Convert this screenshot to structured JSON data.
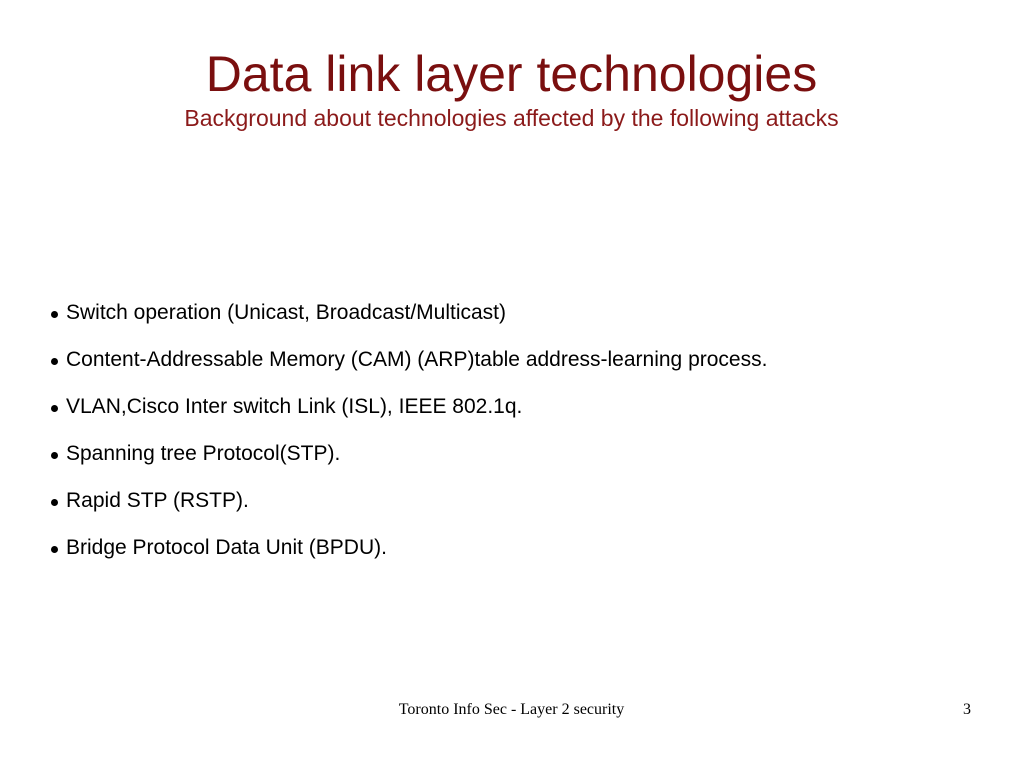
{
  "slide": {
    "title": "Data link layer technologies",
    "subtitle": "Background about technologies affected by the following attacks",
    "bullets": [
      "Switch operation (Unicast, Broadcast/Multicast)",
      "Content-Addressable Memory (CAM) (ARP)table address-learning process.",
      "VLAN,Cisco Inter switch Link (ISL), IEEE 802.1q.",
      "Spanning tree Protocol(STP).",
      "Rapid STP (RSTP).",
      "Bridge Protocol Data Unit (BPDU)."
    ],
    "footer": "Toronto Info Sec - Layer 2 security",
    "page_number": "3",
    "colors": {
      "title": "#7a0f0f",
      "subtitle": "#8b1a1a",
      "body_text": "#000000",
      "background": "#ffffff"
    }
  }
}
